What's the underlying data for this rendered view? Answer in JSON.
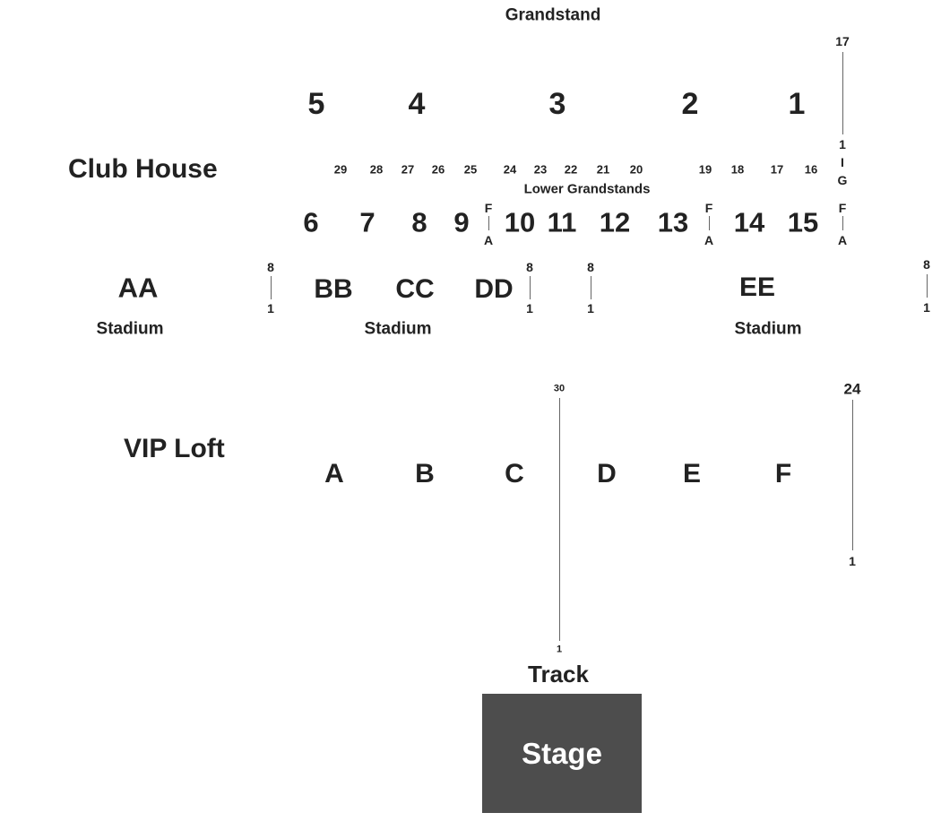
{
  "title": "Grandstand",
  "areas": {
    "club_house": "Club House",
    "vip_loft": "VIP Loft",
    "lower_grandstands": "Lower Grandstands",
    "stadium": [
      "Stadium",
      "Stadium",
      "Stadium"
    ],
    "track": "Track"
  },
  "stage": {
    "label": "Stage",
    "color": "#4d4d4d"
  },
  "grandstand_sections": [
    "5",
    "4",
    "3",
    "2",
    "1"
  ],
  "grandstand_rows": [
    "29",
    "28",
    "27",
    "26",
    "25",
    "24",
    "23",
    "22",
    "21",
    "20",
    "19",
    "18",
    "17",
    "16"
  ],
  "grandstand_row_range": {
    "top": "17",
    "bottom": "1"
  },
  "lower_sections": [
    "6",
    "7",
    "8",
    "9",
    "10",
    "11",
    "12",
    "13",
    "14",
    "15"
  ],
  "lower_row_markers": [
    "F",
    "A",
    "F",
    "A",
    "F",
    "A"
  ],
  "gate_markers": [
    "I",
    "G"
  ],
  "stadium_sections": [
    "AA",
    "BB",
    "CC",
    "DD",
    "EE"
  ],
  "stadium_row_ranges": [
    "8",
    "1",
    "8",
    "1",
    "8",
    "1",
    "8",
    "1"
  ],
  "vip_sections": [
    "A",
    "B",
    "C",
    "D",
    "E",
    "F"
  ],
  "vip_row_ranges": [
    "30",
    "1",
    "24",
    "1"
  ]
}
